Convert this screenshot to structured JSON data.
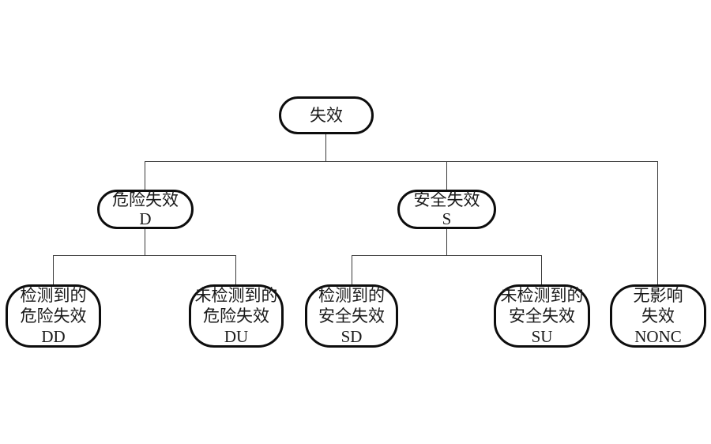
{
  "diagram": {
    "description": "Failure classification tree diagram",
    "colors": {
      "background": "#ffffff",
      "node_border": "#0d0d0d",
      "connector": "#3a3a3a",
      "text": "#1a1a1a"
    },
    "nodes": {
      "failure": {
        "line1": "失效"
      },
      "dangerous": {
        "line1": "危险失效",
        "line2": "D"
      },
      "safe": {
        "line1": "安全失效",
        "line2": "S"
      },
      "detected_dangerous": {
        "line1": "检测到的",
        "line2": "危险失效",
        "line3": "DD"
      },
      "undetected_dangerous": {
        "line1": "未检测到的",
        "line2": "危险失效",
        "line3": "DU"
      },
      "detected_safe": {
        "line1": "检测到的",
        "line2": "安全失效",
        "line3": "SD"
      },
      "undetected_safe": {
        "line1": "未检测到的",
        "line2": "安全失效",
        "line3": "SU"
      },
      "no_effect": {
        "line1": "无影响",
        "line2": "失效",
        "line3": "NONC"
      }
    },
    "edges": [
      {
        "from": "failure",
        "to": "dangerous"
      },
      {
        "from": "failure",
        "to": "safe"
      },
      {
        "from": "failure",
        "to": "no_effect"
      },
      {
        "from": "dangerous",
        "to": "detected_dangerous"
      },
      {
        "from": "dangerous",
        "to": "undetected_dangerous"
      },
      {
        "from": "safe",
        "to": "detected_safe"
      },
      {
        "from": "safe",
        "to": "undetected_safe"
      }
    ]
  }
}
